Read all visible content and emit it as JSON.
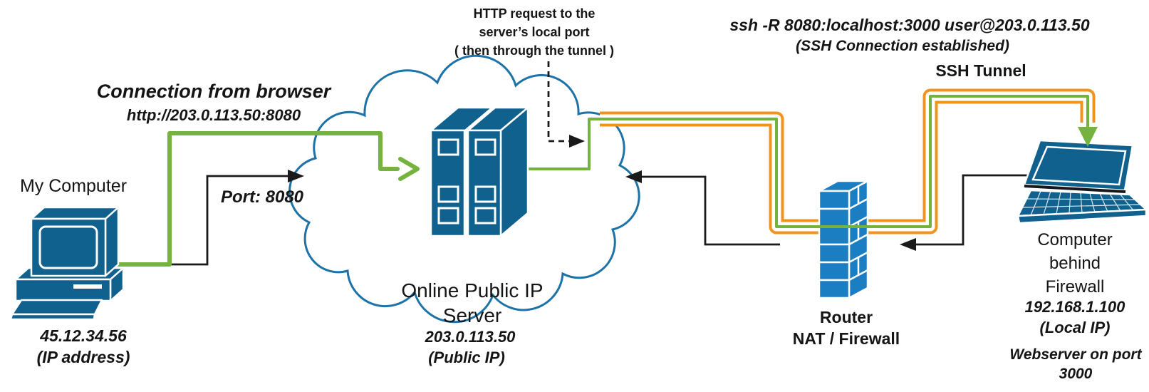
{
  "colors": {
    "device_blue": "#11618f",
    "firewall_blue": "#1b7ec2",
    "cloud_outline": "#1d72a8",
    "line_green": "#76b33e",
    "tunnel_orange": "#f0941f",
    "line_black": "#1a1a1a"
  },
  "annotations": {
    "browser_connection_title": "Connection from browser",
    "browser_connection_url": "http://203.0.113.50:8080",
    "port_label": "Port: 8080",
    "http_request_line1": "HTTP request to the",
    "http_request_line2": "server’s local port",
    "http_request_line3": "( then through the tunnel )",
    "ssh_command": "ssh -R 8080:localhost:3000 user@203.0.113.50",
    "ssh_status": "(SSH Connection established)",
    "ssh_tunnel_label": "SSH Tunnel"
  },
  "nodes": {
    "my_computer": {
      "name": "My Computer",
      "ip": "45.12.34.56",
      "ip_note": "(IP address)"
    },
    "public_server": {
      "name_line1": "Online Public IP",
      "name_line2": "Server",
      "ip": "203.0.113.50",
      "ip_note": "(Public IP)"
    },
    "router": {
      "name_line1": "Router",
      "name_line2": "NAT / Firewall"
    },
    "remote_computer": {
      "name_line1": "Computer",
      "name_line2": "behind",
      "name_line3": "Firewall",
      "ip": "192.168.1.100",
      "ip_note": "(Local IP)",
      "webserver_line1": "Webserver on port",
      "webserver_line2": "3000"
    }
  },
  "icons": {
    "desktop_computer": "desktop-computer-icon",
    "cloud": "cloud-shape",
    "server": "server-icon",
    "firewall": "firewall-icon",
    "laptop": "laptop-icon"
  }
}
